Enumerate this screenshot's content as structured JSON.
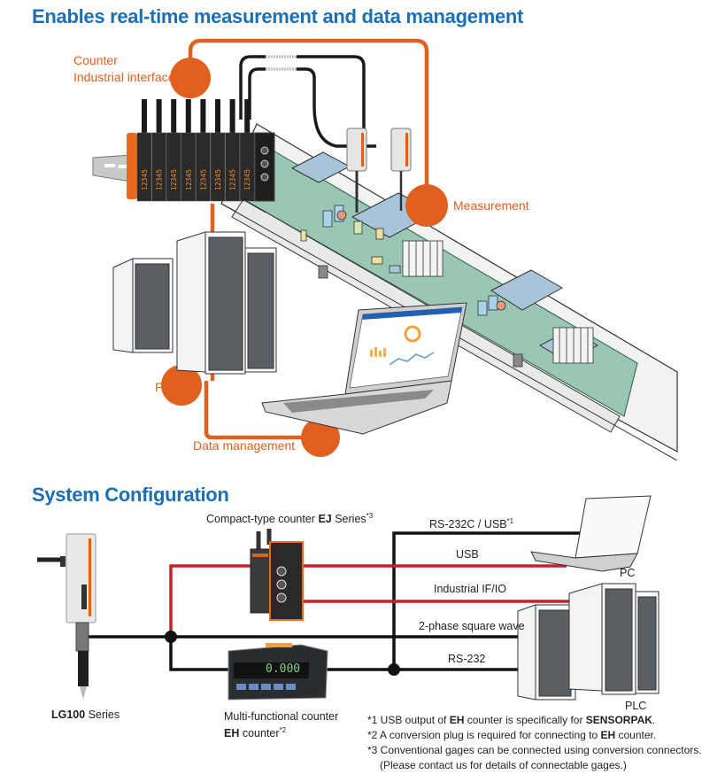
{
  "top_section": {
    "title": "Enables real-time measurement and data management",
    "labels": {
      "counter_line1": "Counter",
      "counter_line2": "Industrial interface",
      "measurement": "Measurement",
      "plc": "PLC",
      "data_management": "Data management"
    },
    "counter_display_value": "12345"
  },
  "config_section": {
    "title": "System Configuration",
    "devices": {
      "ej_prefix": "Compact-type counter ",
      "ej_bold": "EJ",
      "ej_suffix": " Series",
      "ej_note": "*3",
      "lg_bold": "LG100",
      "lg_suffix": " Series",
      "eh_line1": "Multi-functional counter",
      "eh_bold": "EH",
      "eh_suffix": " counter",
      "eh_note": "*2",
      "eh_display": "0.000",
      "pc": "PC",
      "plc": "PLC"
    },
    "connections": [
      {
        "label": "RS-232C / USB",
        "note": "*1",
        "type": "black"
      },
      {
        "label": "USB",
        "note": "",
        "type": "red"
      },
      {
        "label": "Industrial IF/IO",
        "note": "",
        "type": "red"
      },
      {
        "label": "2-phase square wave",
        "note": "",
        "type": "black"
      },
      {
        "label": "RS-232",
        "note": "",
        "type": "black"
      }
    ],
    "colors": {
      "title_blue": "#1a6fb5",
      "accent_orange": "#e0601f",
      "line_red": "#c8202a",
      "line_black": "#111111"
    }
  },
  "footnotes": {
    "n1_prefix": "*1 USB output of ",
    "n1_bold1": "EH",
    "n1_mid": " counter is specifically for ",
    "n1_bold2": "SENSORPAK",
    "n1_end": ".",
    "n2_prefix": "*2 A conversion plug is required for connecting to ",
    "n2_bold": "EH",
    "n2_end": " counter.",
    "n3_line1": "*3 Conventional gages can be connected using conversion connectors.",
    "n3_line2": "(Please contact us for details of connectable gages.)"
  }
}
